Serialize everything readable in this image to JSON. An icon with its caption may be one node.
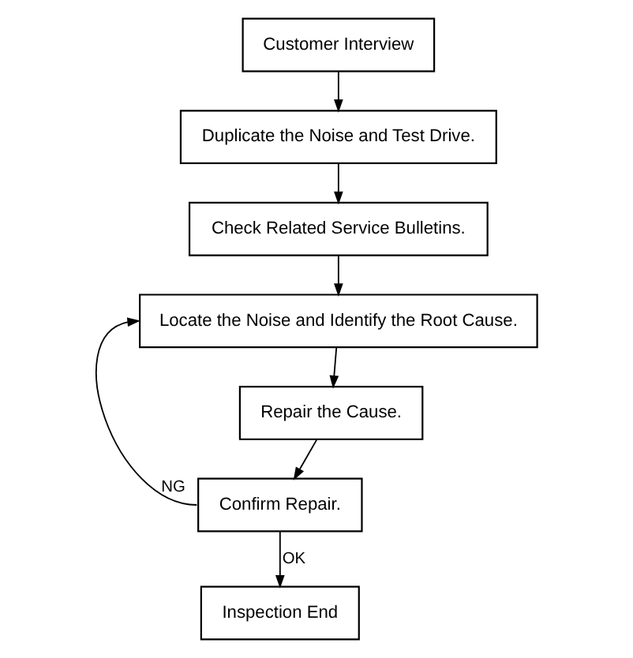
{
  "diagram": {
    "nodes": [
      {
        "text": [
          "Customer Interview"
        ]
      },
      {
        "text": [
          "Duplicate the Noise and Test Drive."
        ]
      },
      {
        "text": [
          "Check Related Service Bulletins."
        ]
      },
      {
        "text": [
          "Locate the Noise and Identify the Root Cause."
        ]
      },
      {
        "text": [
          "Repair the Cause."
        ]
      },
      {
        "text": [
          "Confirm Repair."
        ]
      },
      {
        "text": [
          "Inspection End"
        ]
      }
    ],
    "edges": [
      {
        "from": 0,
        "to": 1,
        "arrow": "to"
      },
      {
        "from": 1,
        "to": 2,
        "arrow": "to"
      },
      {
        "from": 2,
        "to": 3,
        "arrow": "to"
      },
      {
        "from": 3,
        "to": 4,
        "arrow": "to"
      },
      {
        "from": 4,
        "to": 5,
        "arrow": "to"
      },
      {
        "from": 5,
        "to": 3,
        "arrow": "to",
        "label": "NG"
      },
      {
        "from": 5,
        "to": 6,
        "arrow": "to",
        "label": "OK"
      }
    ]
  }
}
